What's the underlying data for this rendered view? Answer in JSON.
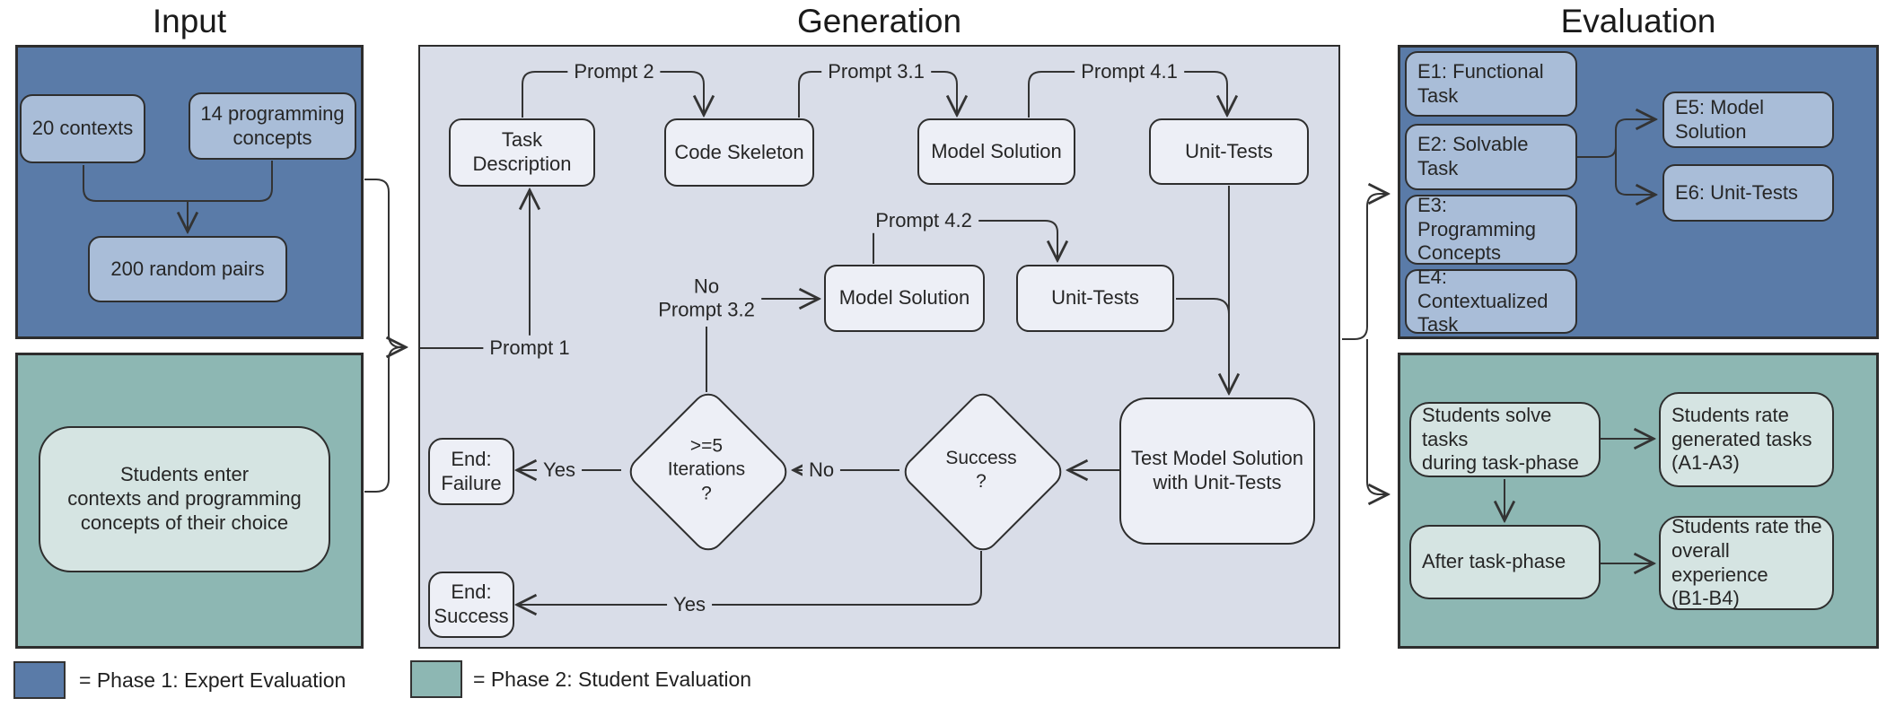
{
  "titles": {
    "input": "Input",
    "generation": "Generation",
    "evaluation": "Evaluation"
  },
  "input": {
    "contexts": "20 contexts",
    "concepts": "14 programming\nconcepts",
    "pairs": "200 random pairs",
    "students": "Students enter\ncontexts and programming\nconcepts of their choice"
  },
  "generation": {
    "task_description": "Task\nDescription",
    "code_skeleton": "Code Skeleton",
    "model_solution_1": "Model Solution",
    "unit_tests_1": "Unit-Tests",
    "model_solution_2": "Model Solution",
    "unit_tests_2": "Unit-Tests",
    "test_model_solution": "Test Model Solution\nwith Unit-Tests",
    "iterations_decision": ">=5\nIterations\n?",
    "success_decision": "Success\n?",
    "end_failure": "End:\nFailure",
    "end_success": "End:\nSuccess",
    "labels": {
      "prompt1": "Prompt 1",
      "prompt2": "Prompt 2",
      "prompt31": "Prompt 3.1",
      "prompt32": "No\nPrompt 3.2",
      "prompt41": "Prompt 4.1",
      "prompt42": "Prompt 4.2",
      "yes_left": "Yes",
      "no_mid": "No",
      "yes_bottom": "Yes"
    }
  },
  "evaluation": {
    "e1": "E1: Functional Task",
    "e2": "E2: Solvable Task",
    "e3": "E3: Programming\nConcepts",
    "e4": "E4: Contextualized\nTask",
    "e5": "E5: Model Solution",
    "e6": "E6: Unit-Tests",
    "solve": "Students solve tasks\nduring task-phase",
    "rate_tasks": "Students rate\ngenerated tasks\n(A1-A3)",
    "after": "After task-phase",
    "rate_overall": "Students rate the\noverall experience\n(B1-B4)"
  },
  "legend": {
    "phase1": "= Phase 1: Expert Evaluation",
    "phase2": "= Phase 2: Student Evaluation"
  },
  "colors": {
    "expert_panel": "#5a7ba8",
    "expert_node": "#a9bdd8",
    "student_panel": "#8db7b3",
    "student_node": "#d5e4e2",
    "generation_panel": "#d9dde8",
    "generation_node": "#edeff6"
  }
}
